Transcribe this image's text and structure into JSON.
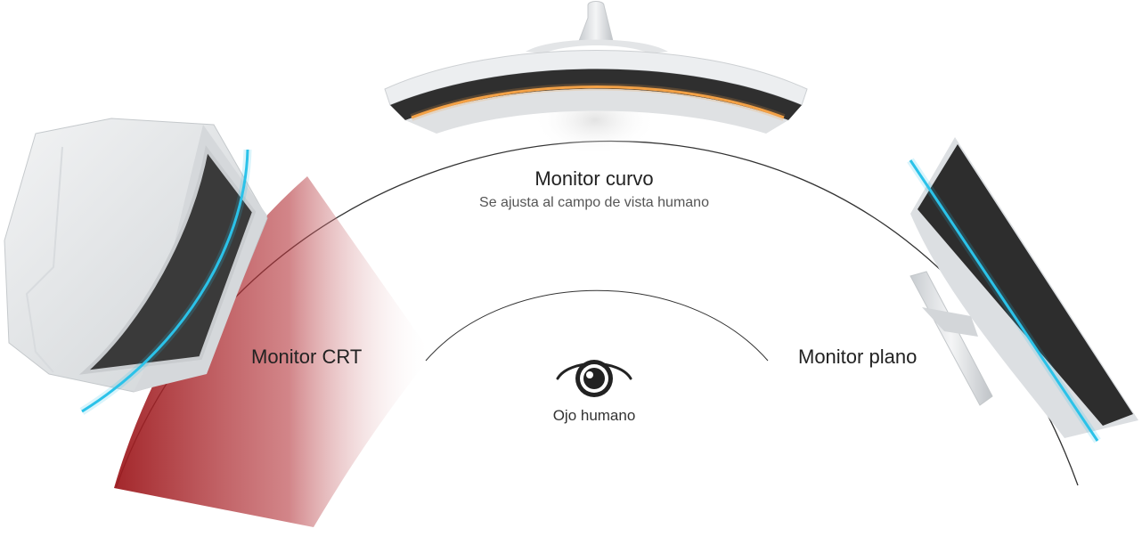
{
  "labels": {
    "curved_monitor": "Monitor curvo",
    "curved_monitor_sub": "Se ajusta al campo de vista humano",
    "crt_monitor": "Monitor CRT",
    "flat_monitor": "Monitor plano",
    "human_eye": "Ojo humano"
  },
  "icons": {
    "eye": "eye-icon"
  },
  "colors": {
    "field_of_view_red": "#9e1b1f",
    "highlight_blue": "#2bc3ea",
    "highlight_orange": "#f3a247",
    "arc_line": "#333333",
    "monitor_screen": "#2b2b2b",
    "monitor_body": "#e4e6e8"
  }
}
